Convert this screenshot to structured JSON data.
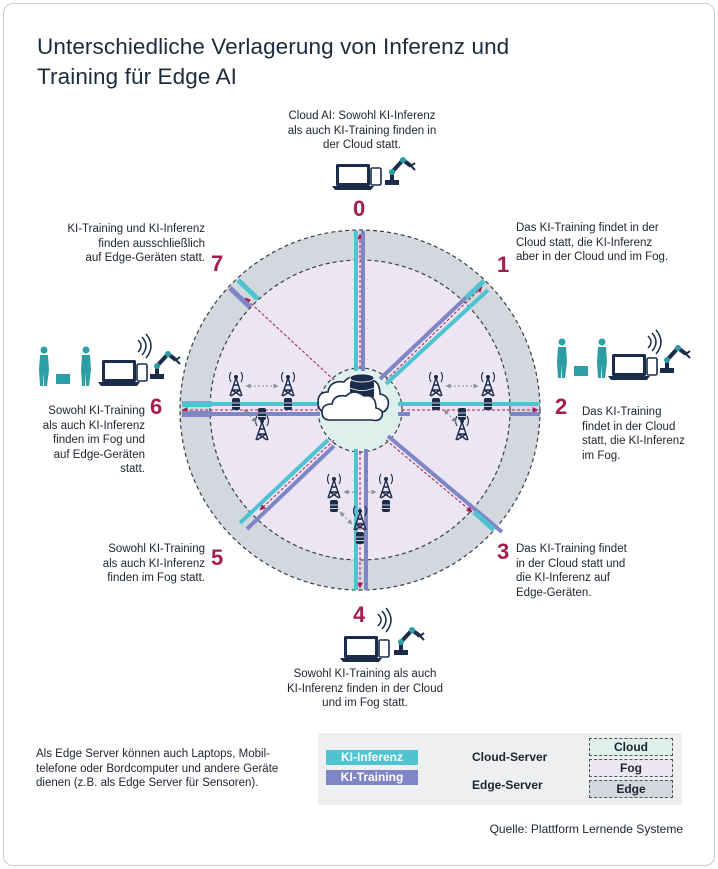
{
  "title": {
    "line1": "Unterschiedliche Verlagerung von Inferenz und",
    "line2": "Training für Edge AI"
  },
  "scenarios": [
    {
      "number": "0",
      "lines": [
        "Cloud AI: Sowohl KI-Inferenz",
        "als auch KI-Training finden in",
        "der Cloud statt."
      ]
    },
    {
      "number": "1",
      "lines": [
        "Das KI-Training findet in der",
        "Cloud statt, die KI-Inferenz",
        "aber in der Cloud und im Fog."
      ]
    },
    {
      "number": "2",
      "lines": [
        "Das KI-Training",
        "findet in der Cloud",
        "statt, die KI-Inferenz",
        "im Fog."
      ]
    },
    {
      "number": "3",
      "lines": [
        "Das KI-Training findet",
        "in der Cloud statt und",
        "die KI-Inferenz auf",
        "Edge-Geräten."
      ]
    },
    {
      "number": "4",
      "lines": [
        "Sowohl KI-Training als auch",
        "KI-Inferenz finden in der Cloud",
        "und im Fog statt."
      ]
    },
    {
      "number": "5",
      "lines": [
        "Sowohl KI-Training",
        "als auch KI-Inferenz",
        "finden im Fog statt."
      ]
    },
    {
      "number": "6",
      "lines": [
        "Sowohl KI-Training",
        "als auch KI-Inferenz",
        "finden im Fog und",
        "auf Edge-Geräten",
        "statt."
      ]
    },
    {
      "number": "7",
      "lines": [
        "KI-Training und KI-Inferenz",
        "finden ausschließlich",
        "auf Edge-Geräten statt."
      ]
    }
  ],
  "footnote": {
    "lines": [
      "Als Edge Server können auch Laptops, Mobil-",
      "telefone oder Bordcomputer und andere Geräte",
      "dienen (z.B. als Edge Server für Sensoren)."
    ]
  },
  "legend": {
    "inference": "KI-Inferenz",
    "training": "KI-Training",
    "cloud_server": "Cloud-Server",
    "edge_server": "Edge-Server",
    "zone_cloud": "Cloud",
    "zone_fog": "Fog",
    "zone_edge": "Edge"
  },
  "source": "Quelle: Plattform Lernende Systeme",
  "colors": {
    "inference": "#4fc3d0",
    "training": "#7f86c6",
    "accent": "#a51d4d",
    "edge_ring": "#d2d8de",
    "fog_area": "#ece5f3",
    "cloud_area": "#ddf0ec",
    "figures": "#2e9ea6",
    "device": "#1b2b4a"
  }
}
